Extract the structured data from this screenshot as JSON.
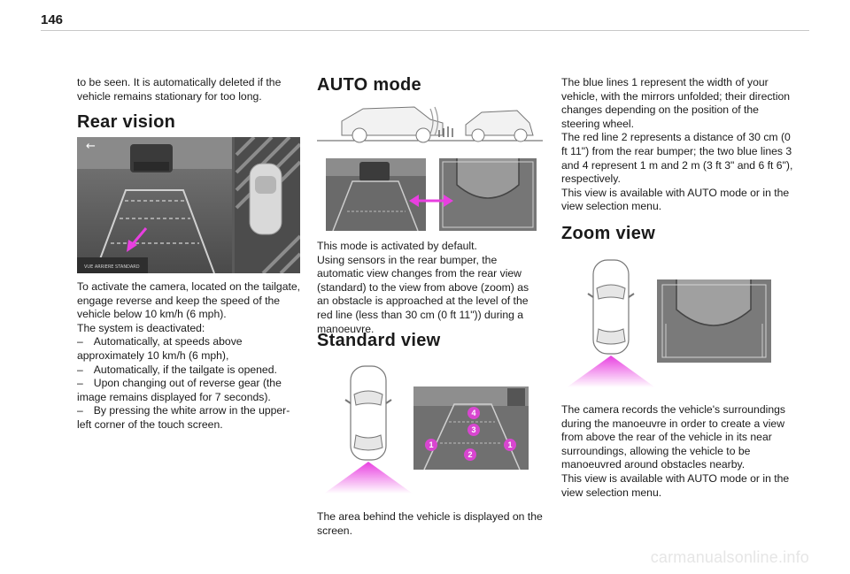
{
  "page_number": "146",
  "col1": {
    "intro": "to be seen. It is automatically deleted if the vehicle remains stationary for too long.",
    "rear_vision_title": "Rear vision",
    "screen_caption": "VUE ARRIERE STANDARD",
    "para1": "To activate the camera, located on the tailgate, engage reverse and keep the speed of the vehicle below 10 km/h (6 mph).",
    "para2": "The system is deactivated:",
    "bullets": [
      "Automatically, at speeds above approximately 10 km/h (6 mph),",
      "Automatically, if the tailgate is opened.",
      "Upon changing out of reverse gear (the image remains displayed for 7 seconds).",
      "By pressing the white arrow in the upper-left corner of the touch screen."
    ]
  },
  "col2": {
    "auto_title": "AUTO mode",
    "auto_p1": "This mode is activated by default.",
    "auto_p2": "Using sensors in the rear bumper, the automatic view changes from the rear view (standard) to the view from above (zoom) as an obstacle is approached at the level of the red line (less than 30 cm (0 ft 11\")) during a manoeuvre.",
    "standard_title": "Standard view",
    "markers": [
      "4",
      "3",
      "1",
      "1",
      "2"
    ],
    "standard_p": "The area behind the vehicle is displayed on the screen."
  },
  "col3": {
    "p_lines": "The blue lines 1 represent the width of your vehicle, with the mirrors unfolded; their direction changes depending on the position of the steering wheel.",
    "p_red": "The red line 2 represents a distance of 30 cm (0 ft 11\") from the rear bumper; the two blue lines 3 and 4 represent 1 m and 2 m (3 ft 3\" and 6 ft 6\"), respectively.",
    "p_avail": "This view is available with AUTO mode or in the view selection menu.",
    "zoom_title": "Zoom view",
    "zoom_p1": "The camera records the vehicle's surroundings during the manoeuvre in order to create a view from above the rear of the vehicle in its near surroundings, allowing the vehicle to be manoeuvred around obstacles nearby.",
    "zoom_p2": "This view is available with AUTO mode or in the view selection menu."
  },
  "footer": "carmanualsonline.info",
  "colors": {
    "accent": "#e83fe0",
    "marker": "#d846d0",
    "text": "#1a1a1a"
  }
}
